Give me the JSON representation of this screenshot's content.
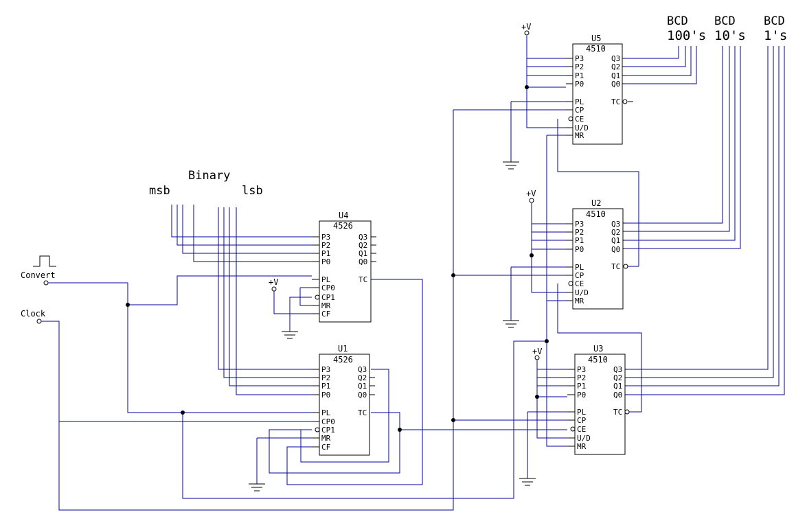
{
  "labels": {
    "binary": "Binary",
    "msb": "msb",
    "lsb": "lsb",
    "convert": "Convert",
    "clock": "Clock",
    "plus_v": "+V",
    "bcd": "BCD",
    "hundreds": "100's",
    "tens": "10's",
    "ones": "1's"
  },
  "chips": [
    {
      "ref": "U4",
      "part": "4526",
      "left_pins": [
        "P3",
        "P2",
        "P1",
        "P0",
        "PL",
        "CP0",
        "CP1",
        "MR",
        "CF"
      ],
      "right_pins": [
        "Q3",
        "Q2",
        "Q1",
        "Q0",
        "TC"
      ]
    },
    {
      "ref": "U1",
      "part": "4526",
      "left_pins": [
        "P3",
        "P2",
        "P1",
        "P0",
        "PL",
        "CP0",
        "CP1",
        "MR",
        "CF"
      ],
      "right_pins": [
        "Q3",
        "Q2",
        "Q1",
        "Q0",
        "TC"
      ]
    },
    {
      "ref": "U5",
      "part": "4510",
      "left_pins": [
        "P3",
        "P2",
        "P1",
        "P0",
        "PL",
        "CP",
        "CE",
        "U/D",
        "MR"
      ],
      "right_pins": [
        "Q3",
        "Q2",
        "Q1",
        "Q0",
        "TC"
      ]
    },
    {
      "ref": "U2",
      "part": "4510",
      "left_pins": [
        "P3",
        "P2",
        "P1",
        "P0",
        "PL",
        "CP",
        "CE",
        "U/D",
        "MR"
      ],
      "right_pins": [
        "Q3",
        "Q2",
        "Q1",
        "Q0",
        "TC"
      ]
    },
    {
      "ref": "U3",
      "part": "4510",
      "left_pins": [
        "P3",
        "P2",
        "P1",
        "P0",
        "PL",
        "CP",
        "CE",
        "U/D",
        "MR"
      ],
      "right_pins": [
        "Q3",
        "Q2",
        "Q1",
        "Q0",
        "TC"
      ]
    }
  ]
}
